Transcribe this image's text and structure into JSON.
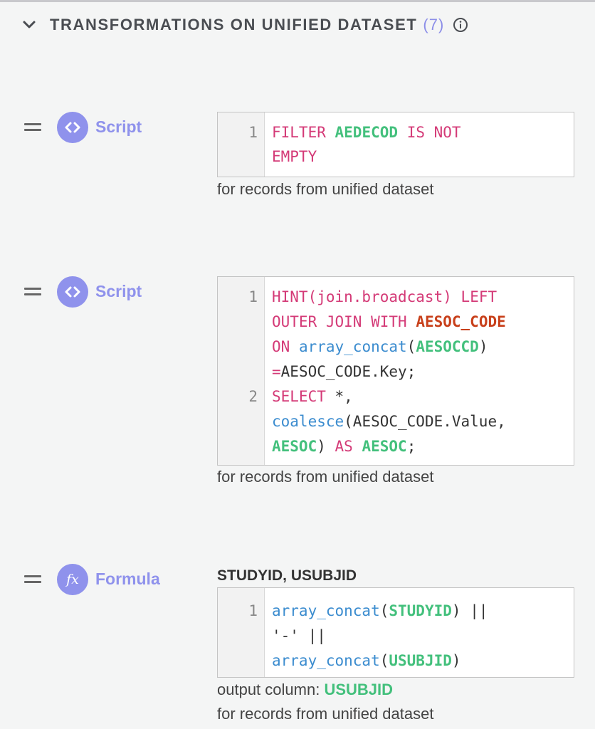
{
  "section": {
    "title": "TRANSFORMATIONS ON UNIFIED DATASET",
    "count": "(7)"
  },
  "transformations": [
    {
      "type": "Script",
      "line1": "1",
      "t1": "FILTER",
      "t2": "AEDECOD",
      "t3": "IS NOT",
      "t4": "EMPTY",
      "footer": "for records from unified dataset"
    },
    {
      "type": "Script",
      "line1": "1",
      "line2": "2",
      "a1": "HINT(",
      "a2": "join.broadcast",
      "a3": ")",
      "a4": "LEFT",
      "b1": "OUTER JOIN WITH",
      "b2": "AESOC_CODE",
      "c1": "ON",
      "c2": "array_concat",
      "c3": "(",
      "c4": "AESOCCD",
      "c5": ")",
      "d1": "=",
      "d2": "AESOC_CODE.Key;",
      "e1": "SELECT",
      "e2": "*,",
      "f1": "coalesce",
      "f2": "(AESOC_CODE.Value,",
      "g1": "AESOC",
      "g2": ")",
      "g3": "AS",
      "g4": "AESOC",
      "g5": ";",
      "footer": "for records from unified dataset"
    },
    {
      "type": "Formula",
      "columns": "STUDYID, USUBJID",
      "line1": "1",
      "a1": "array_concat",
      "a2": "(",
      "a3": "STUDYID",
      "a4": ")",
      "a5": "||",
      "b1": "'-'",
      "b2": "||",
      "c1": "array_concat",
      "c2": "(",
      "c3": "USUBJID",
      "c4": ")",
      "output_label": "output column:",
      "output_value": "USUBJID",
      "footer": "for records from unified dataset"
    }
  ],
  "colors": {
    "accent": "#8f92ec",
    "keyword": "#d43a77",
    "function": "#3b8ccf",
    "column": "#43c07c",
    "table": "#c8401b"
  },
  "icons": {
    "collapse": "chevron-down-icon",
    "info": "info-icon",
    "drag": "drag-handle-icon",
    "script": "code-icon",
    "formula": "fx-icon"
  }
}
